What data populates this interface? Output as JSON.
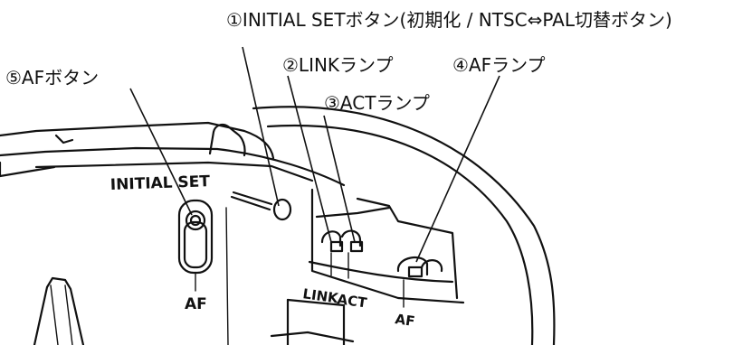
{
  "callouts": {
    "initial_set": "①INITIAL SETボタン(初期化 / NTSC⇔PAL切替ボタン)",
    "af_button": "⑤AFボタン",
    "link_lamp": "②LINKランプ",
    "af_lamp": "④AFランプ",
    "act_lamp": "③ACTランプ"
  },
  "device_labels": {
    "initial_set": "INITIAL SET",
    "af_under_button": "AF",
    "link": "LINK",
    "act": "ACT",
    "af_under_lamp": "AF"
  }
}
